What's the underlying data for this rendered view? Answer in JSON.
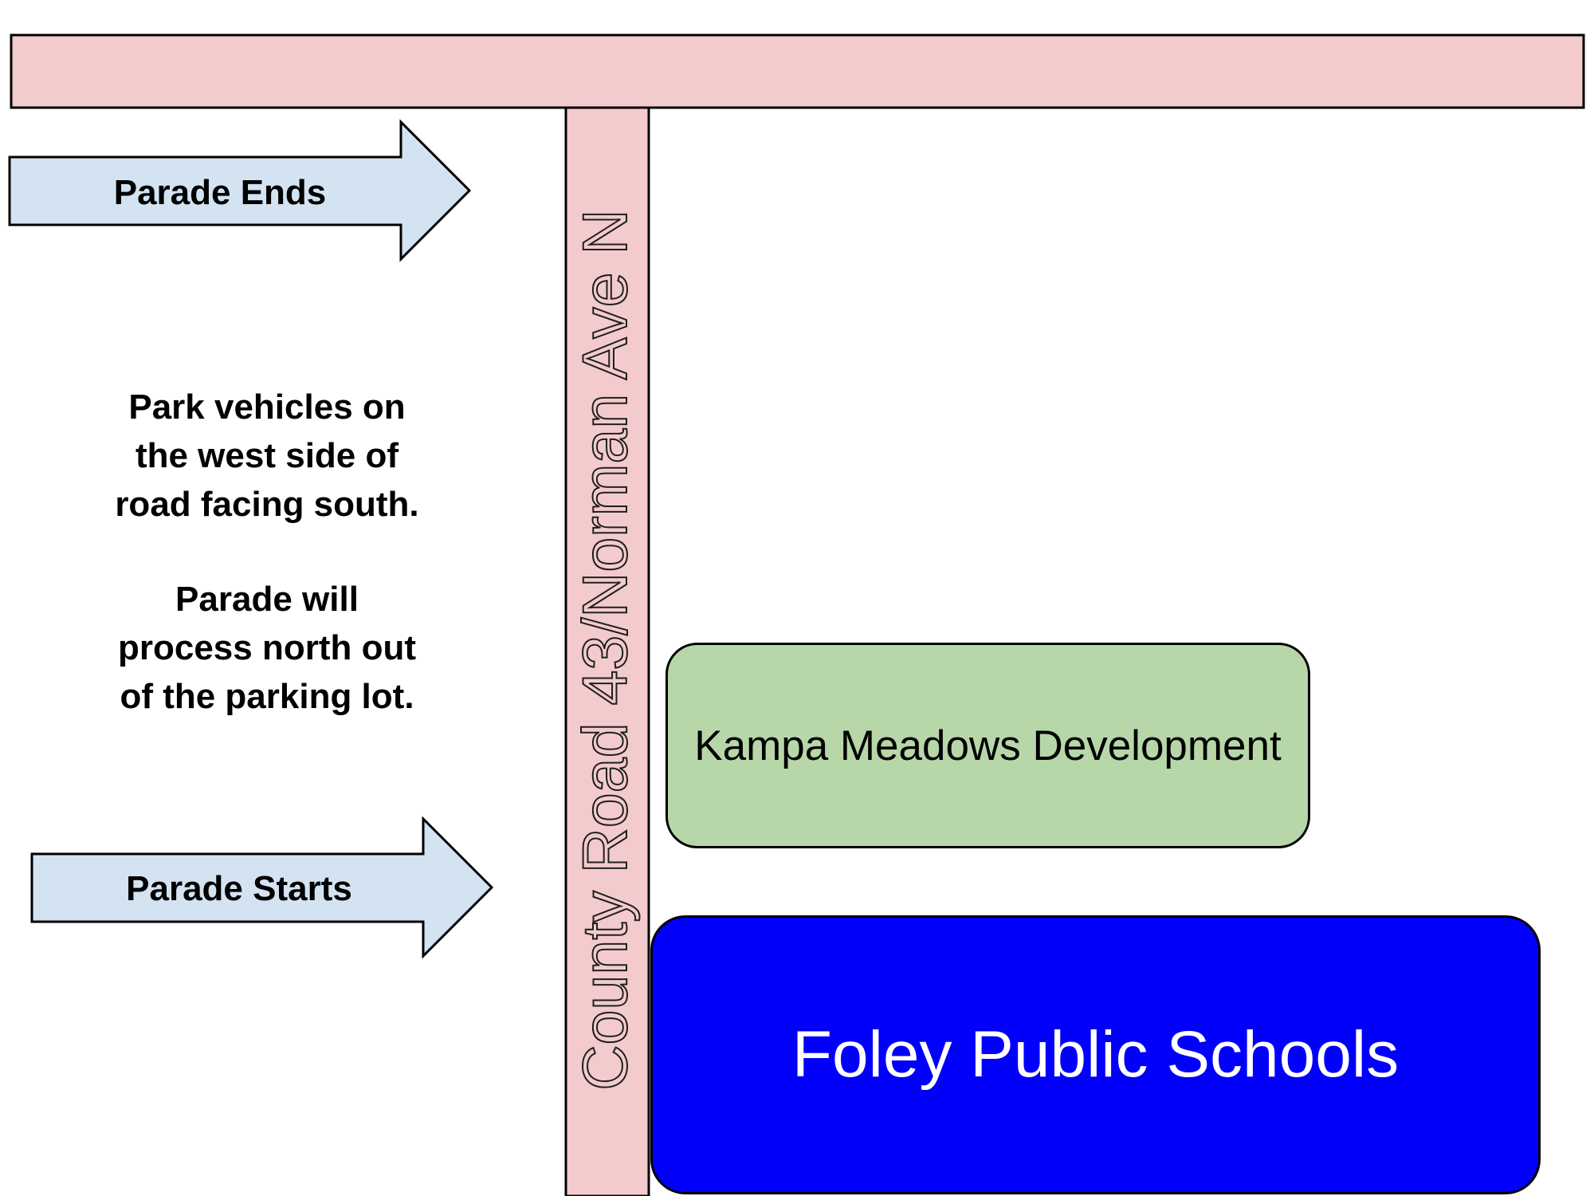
{
  "roads": {
    "main_road_label": "County Road 43/Norman Ave N",
    "road_color": "#f3cbcc"
  },
  "arrows": {
    "parade_ends_label": "Parade Ends",
    "parade_starts_label": "Parade Starts",
    "arrow_color": "#d3e3f1"
  },
  "notes": {
    "park_line_1": "Park vehicles on",
    "park_line_2": "the west side of",
    "park_line_3": "road facing south.",
    "process_line_1": "Parade will",
    "process_line_2": "process north out",
    "process_line_3": "of the parking lot."
  },
  "areas": {
    "kampa_label": "Kampa Meadows Development",
    "kampa_color": "#b7d7a8",
    "foley_label": "Foley Public Schools",
    "foley_color": "#0000fb"
  }
}
